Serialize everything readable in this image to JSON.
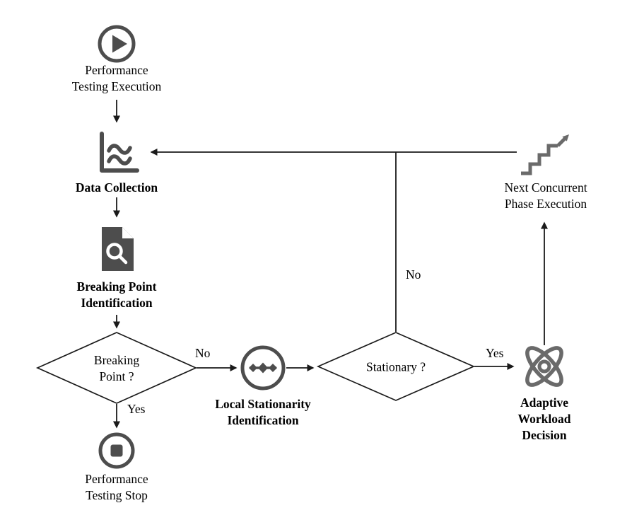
{
  "colors": {
    "background": "#ffffff",
    "line": "#1a1a1a",
    "text": "#000000",
    "icon_primary": "#4d4d4d",
    "icon_secondary": "#6a6a6a"
  },
  "nodes": {
    "performance_testing_execution": {
      "label": "Performance\nTesting Execution",
      "icon": "play-icon"
    },
    "data_collection": {
      "label": "Data Collection",
      "icon": "chart-waves-icon"
    },
    "breaking_point_identification": {
      "label": "Breaking Point\nIdentification",
      "icon": "document-search-icon"
    },
    "breaking_point_decision": {
      "label": "Breaking\nPoint ?"
    },
    "performance_testing_stop": {
      "label": "Performance\nTesting Stop",
      "icon": "stop-icon"
    },
    "local_stationarity_identification": {
      "label": "Local Stationarity\nIdentification",
      "icon": "diamonds-circle-icon"
    },
    "stationary_decision": {
      "label": "Stationary ?"
    },
    "adaptive_workload_decision": {
      "label": "Adaptive Workload\nDecision",
      "icon": "atom-icon"
    },
    "next_concurrent_phase_execution": {
      "label": "Next Concurrent\nPhase Execution",
      "icon": "stairs-arrow-icon"
    }
  },
  "edge_labels": {
    "breaking_point_yes": "Yes",
    "breaking_point_no": "No",
    "stationary_yes": "Yes",
    "stationary_no": "No"
  }
}
